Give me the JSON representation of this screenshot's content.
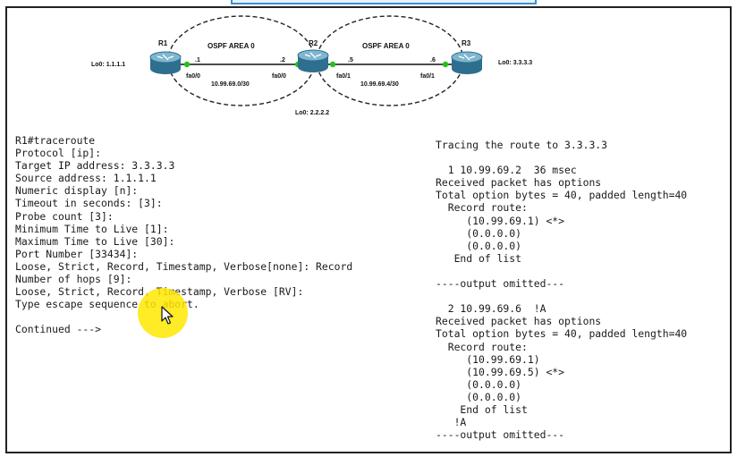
{
  "diagram": {
    "areas": [
      {
        "id": "area-left",
        "label": "OSPF AREA 0"
      },
      {
        "id": "area-right",
        "label": "OSPF AREA 0"
      }
    ],
    "routers": [
      {
        "id": "r1",
        "name": "R1",
        "loopback": "Lo0: 1.1.1.1"
      },
      {
        "id": "r2",
        "name": "R2",
        "loopback": "Lo0: 2.2.2.2"
      },
      {
        "id": "r3",
        "name": "R3",
        "loopback": "Lo0: 3.3.3.3"
      }
    ],
    "links": [
      {
        "id": "link-r1-r2",
        "subnet": "10.99.69.0/30",
        "a_if": "fa0/0",
        "a_host": ".1",
        "b_if": "fa0/0",
        "b_host": ".2"
      },
      {
        "id": "link-r2-r3",
        "subnet": "10.99.69.4/30",
        "a_if": "fa0/1",
        "a_host": ".5",
        "b_if": "fa0/1",
        "b_host": ".6"
      }
    ],
    "colors": {
      "router_body": "#2e6e8e",
      "router_top": "#7fb6cf",
      "interface_dot": "#22c21a",
      "link": "#111111",
      "area_border": "#222222"
    }
  },
  "terminal_left": [
    "R1#traceroute",
    "Protocol [ip]:",
    "Target IP address: 3.3.3.3",
    "Source address: 1.1.1.1",
    "Numeric display [n]:",
    "Timeout in seconds: [3]:",
    "Probe count [3]:",
    "Minimum Time to Live [1]:",
    "Maximum Time to Live [30]:",
    "Port Number [33434]:",
    "Loose, Strict, Record, Timestamp, Verbose[none]: Record",
    "Number of hops [9]:",
    "Loose, Strict, Record, Timestamp, Verbose [RV]:",
    "Type escape sequence to abort.",
    "",
    "Continued --->"
  ],
  "terminal_right": [
    "Tracing the route to 3.3.3.3",
    "",
    "  1 10.99.69.2  36 msec",
    "Received packet has options",
    "Total option bytes = 40, padded length=40",
    "  Record route:",
    "     (10.99.69.1) <*>",
    "     (0.0.0.0)",
    "     (0.0.0.0)",
    "   End of list",
    "",
    "----output omitted---",
    "",
    "  2 10.99.69.6  !A",
    "Received packet has options",
    "Total option bytes = 40, padded length=40",
    "  Record route:",
    "     (10.99.69.1)",
    "     (10.99.69.5) <*>",
    "     (0.0.0.0)",
    "     (0.0.0.0)",
    "    End of list",
    "   !A",
    "----output omitted---"
  ],
  "cursor": {
    "highlight_color": "#ffe800"
  }
}
